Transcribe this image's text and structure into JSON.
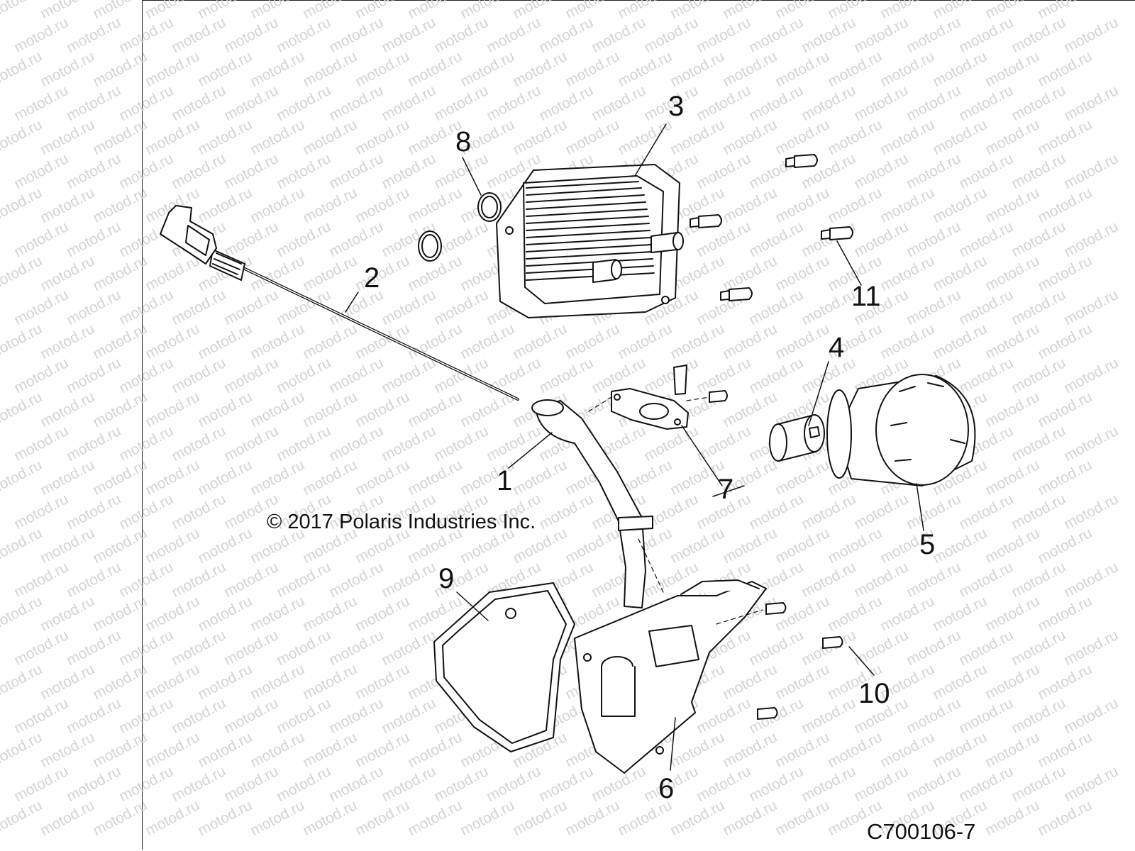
{
  "diagram": {
    "copyright": "© 2017 Polaris Industries Inc.",
    "drawing_code": "C700106-7",
    "watermark_text": "motod.ru",
    "callouts": [
      "1",
      "2",
      "3",
      "4",
      "5",
      "6",
      "7",
      "8",
      "9",
      "10",
      "11"
    ],
    "colors": {
      "line": "#111111",
      "part_fill": "#ffffff",
      "watermark": "#d4d4d4"
    }
  }
}
